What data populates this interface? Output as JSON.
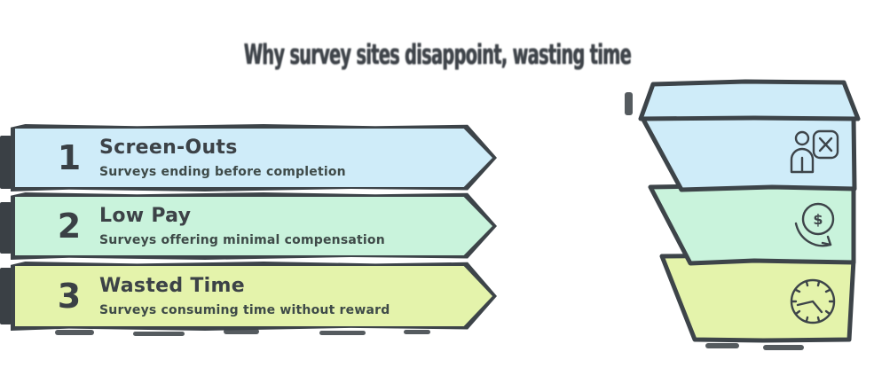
{
  "title": "Why survey sites disappoint, wasting time",
  "colors": {
    "ink": "#3d4449",
    "background": "#ffffff",
    "step1_fill": "#cfecf9",
    "step2_fill": "#c9f3dc",
    "step3_fill": "#e4f3ab"
  },
  "steps": [
    {
      "number": "1",
      "title": "Screen-Outs",
      "description": "Surveys ending before completion",
      "fill": "#cfecf9",
      "icon": "person-screened-out-icon"
    },
    {
      "number": "2",
      "title": "Low Pay",
      "description": "Surveys offering minimal compensation",
      "fill": "#c9f3dc",
      "icon": "dollar-decline-icon"
    },
    {
      "number": "3",
      "title": "Wasted Time",
      "description": "Surveys consuming time without reward",
      "fill": "#e4f3ab",
      "icon": "clock-icon"
    }
  ],
  "funnel": {
    "segment_count": 3,
    "segments": [
      {
        "icon": "person-screened-out-icon",
        "fill": "#cfecf9"
      },
      {
        "icon": "dollar-decline-icon",
        "fill": "#c9f3dc"
      },
      {
        "icon": "clock-icon",
        "fill": "#e4f3ab"
      }
    ],
    "rim_fill": "#cfecf9"
  },
  "icons": {
    "dollar_glyph": "$"
  }
}
